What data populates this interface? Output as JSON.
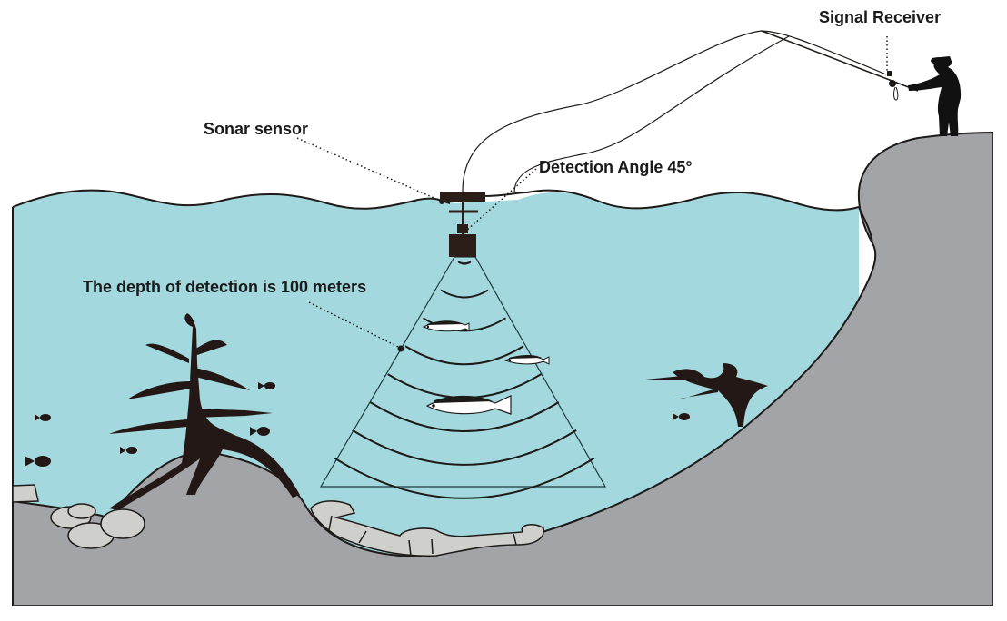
{
  "diagram": {
    "subject": "Fishing sonar fish finder operation",
    "labels": {
      "signal_receiver": "Signal Receiver",
      "sonar_sensor": "Sonar sensor",
      "detection_angle": "Detection Angle 45°",
      "detection_depth": "The depth of detection is 100 meters"
    },
    "values": {
      "detection_angle_deg": 45,
      "detection_depth_m": 100
    },
    "elements": [
      "angler",
      "fishing-rod",
      "signal-receiver-device",
      "fishing-line",
      "sonar-sensor-float",
      "sonar-transducer",
      "sonar-cone",
      "sonar-wave-arcs",
      "detected-fish",
      "water",
      "lake-bed",
      "right-cliff",
      "sunken-tree-left",
      "sunken-tree-right",
      "rocks",
      "small-fish"
    ],
    "colors": {
      "water": "#a3d9de",
      "ground": "#a2a4a7",
      "rock": "#cfd0cc",
      "outline": "#1e1a18",
      "sensor": "#2b1e19",
      "tree": "#231815",
      "text": "#1a1a1a"
    },
    "wave_arc_count": 8,
    "detected_fish_count": 3
  }
}
